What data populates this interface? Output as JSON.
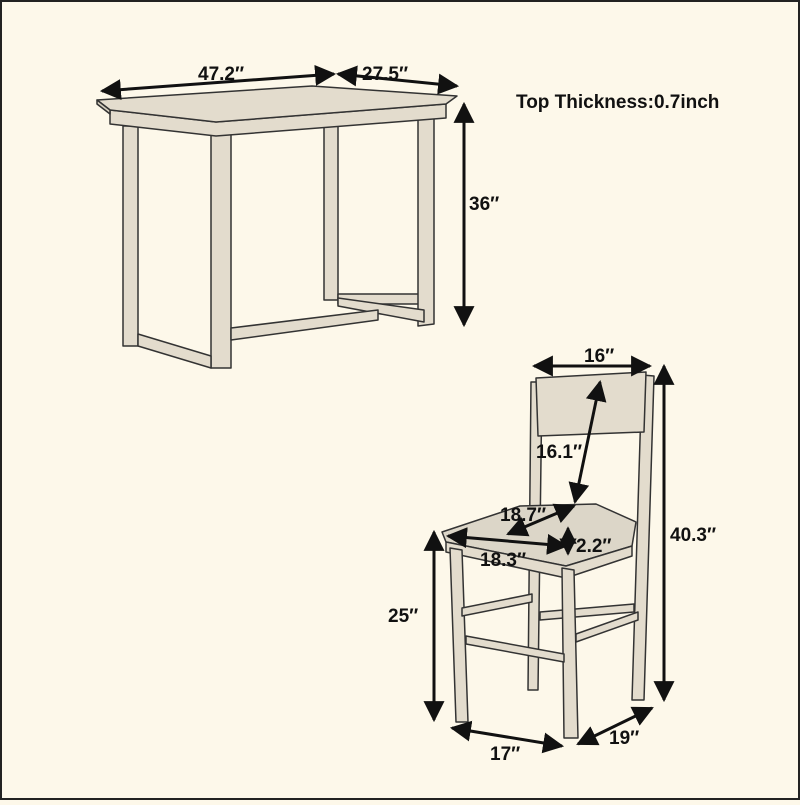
{
  "table": {
    "width": "47.2″",
    "depth": "27.5″",
    "height": "36″",
    "top_thickness": "Top Thickness:0.7inch"
  },
  "chair": {
    "back_width": "16″",
    "back_height": "16.1″",
    "seat_depth": "18.7″",
    "seat_width": "18.3″",
    "cushion_thickness": "2.2″",
    "seat_height": "25″",
    "total_height": "40.3″",
    "base_width": "17″",
    "base_depth": "19″"
  },
  "colors": {
    "background": "#fdf8ea",
    "line": "#111111",
    "wood": "#e3dccd",
    "cushion": "#dcd6c8"
  }
}
